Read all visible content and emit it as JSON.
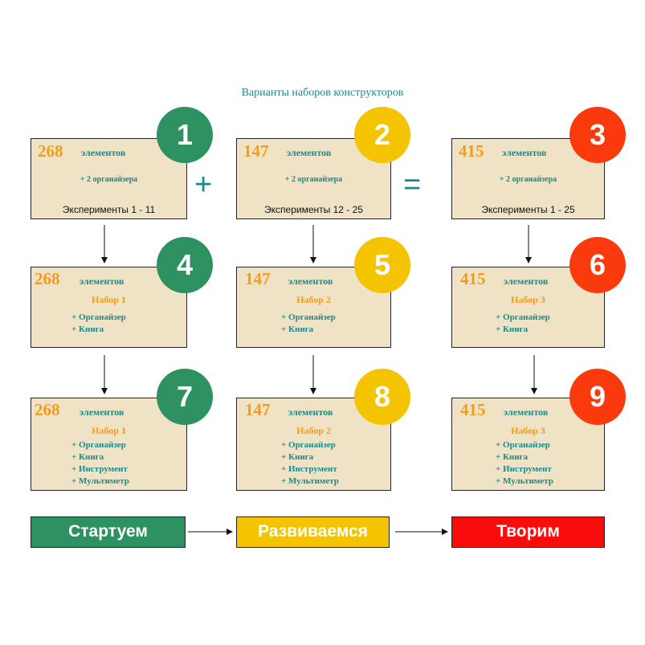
{
  "title": "Варианты наборов конструкторов",
  "colors": {
    "green": "#2e9162",
    "yellow": "#f5c400",
    "red": "#fa3a0c",
    "teal": "#1a8a8a",
    "orange": "#f39c1a",
    "box": "#f0e2c4"
  },
  "top_row": [
    {
      "badge": "1",
      "count": "268",
      "unit": "элементов",
      "extra": "+ 2 органайзера",
      "experiments": "Эксперименты 1 - 11"
    },
    {
      "badge": "2",
      "count": "147",
      "unit": "элементов",
      "extra": "+ 2 органайзера",
      "experiments": "Эксперименты 12 - 25"
    },
    {
      "badge": "3",
      "count": "415",
      "unit": "элементов",
      "extra": "+ 2 органайзера",
      "experiments": "Эксперименты 1 - 25"
    }
  ],
  "operators": {
    "plus": "+",
    "equals": "="
  },
  "middle_row": [
    {
      "badge": "4",
      "count": "268",
      "unit": "элементов",
      "set": "Набор 1",
      "items": [
        "+ Органайзер",
        "+ Книга"
      ]
    },
    {
      "badge": "5",
      "count": "147",
      "unit": "элементов",
      "set": "Набор 2",
      "items": [
        "+ Органайзер",
        "+ Книга"
      ]
    },
    {
      "badge": "6",
      "count": "415",
      "unit": "элементов",
      "set": "Набор 3",
      "items": [
        "+ Органайзер",
        "+ Книга"
      ]
    }
  ],
  "bottom_row": [
    {
      "badge": "7",
      "count": "268",
      "unit": "элементов",
      "set": "Набор 1",
      "items": [
        "+ Органайзер",
        "+ Книга",
        "+ Инструмент",
        "+ Мультиметр"
      ]
    },
    {
      "badge": "8",
      "count": "147",
      "unit": "элементов",
      "set": "Набор 2",
      "items": [
        "+ Органайзер",
        "+ Книга",
        "+ Инструмент",
        "+ Мультиметр"
      ]
    },
    {
      "badge": "9",
      "count": "415",
      "unit": "элементов",
      "set": "Набор 3",
      "items": [
        "+ Органайзер",
        "+ Книга",
        "+ Инструмент",
        "+ Мультиметр"
      ]
    }
  ],
  "stages": [
    "Стартуем",
    "Развиваемся",
    "Творим"
  ]
}
